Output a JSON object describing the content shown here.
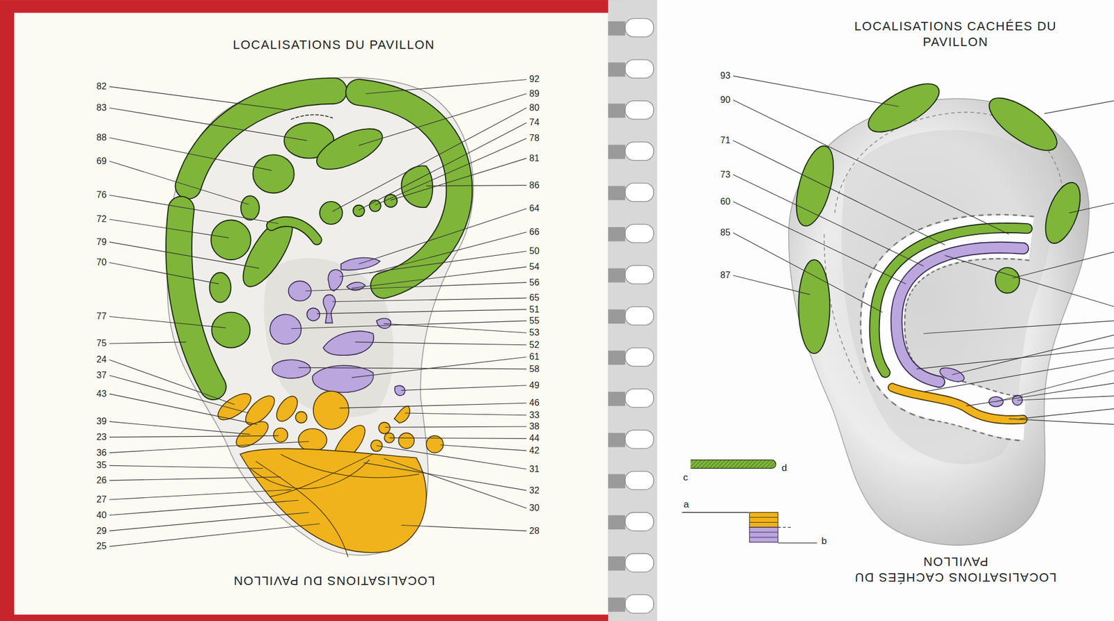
{
  "diagram": {
    "title": "LOCALISATIONS DU PAVILLON",
    "labels": [
      "LOCALISATIONS CACHÉES DU PAVILLON",
      "82",
      "83",
      "88",
      "69",
      "76",
      "72",
      "79",
      "70",
      "77",
      "75",
      "24",
      "37",
      "43",
      "39",
      "23",
      "36",
      "35",
      "26",
      "27",
      "40",
      "29",
      "25",
      "92",
      "89",
      "80",
      "74",
      "78",
      "81",
      "86",
      "64",
      "66",
      "50",
      "54",
      "56",
      "65",
      "51",
      "55",
      "53",
      "52",
      "61",
      "58",
      "49",
      "46",
      "33",
      "38",
      "44",
      "42",
      "31",
      "32",
      "30",
      "28",
      "93",
      "90",
      "71",
      "73",
      "60",
      "85",
      "87",
      "c",
      "d",
      "a",
      "b",
      "LOCALISATIONS DU PAVILLON",
      "LOCALISATIONS CACHÉES DU PAVILLON"
    ]
  }
}
